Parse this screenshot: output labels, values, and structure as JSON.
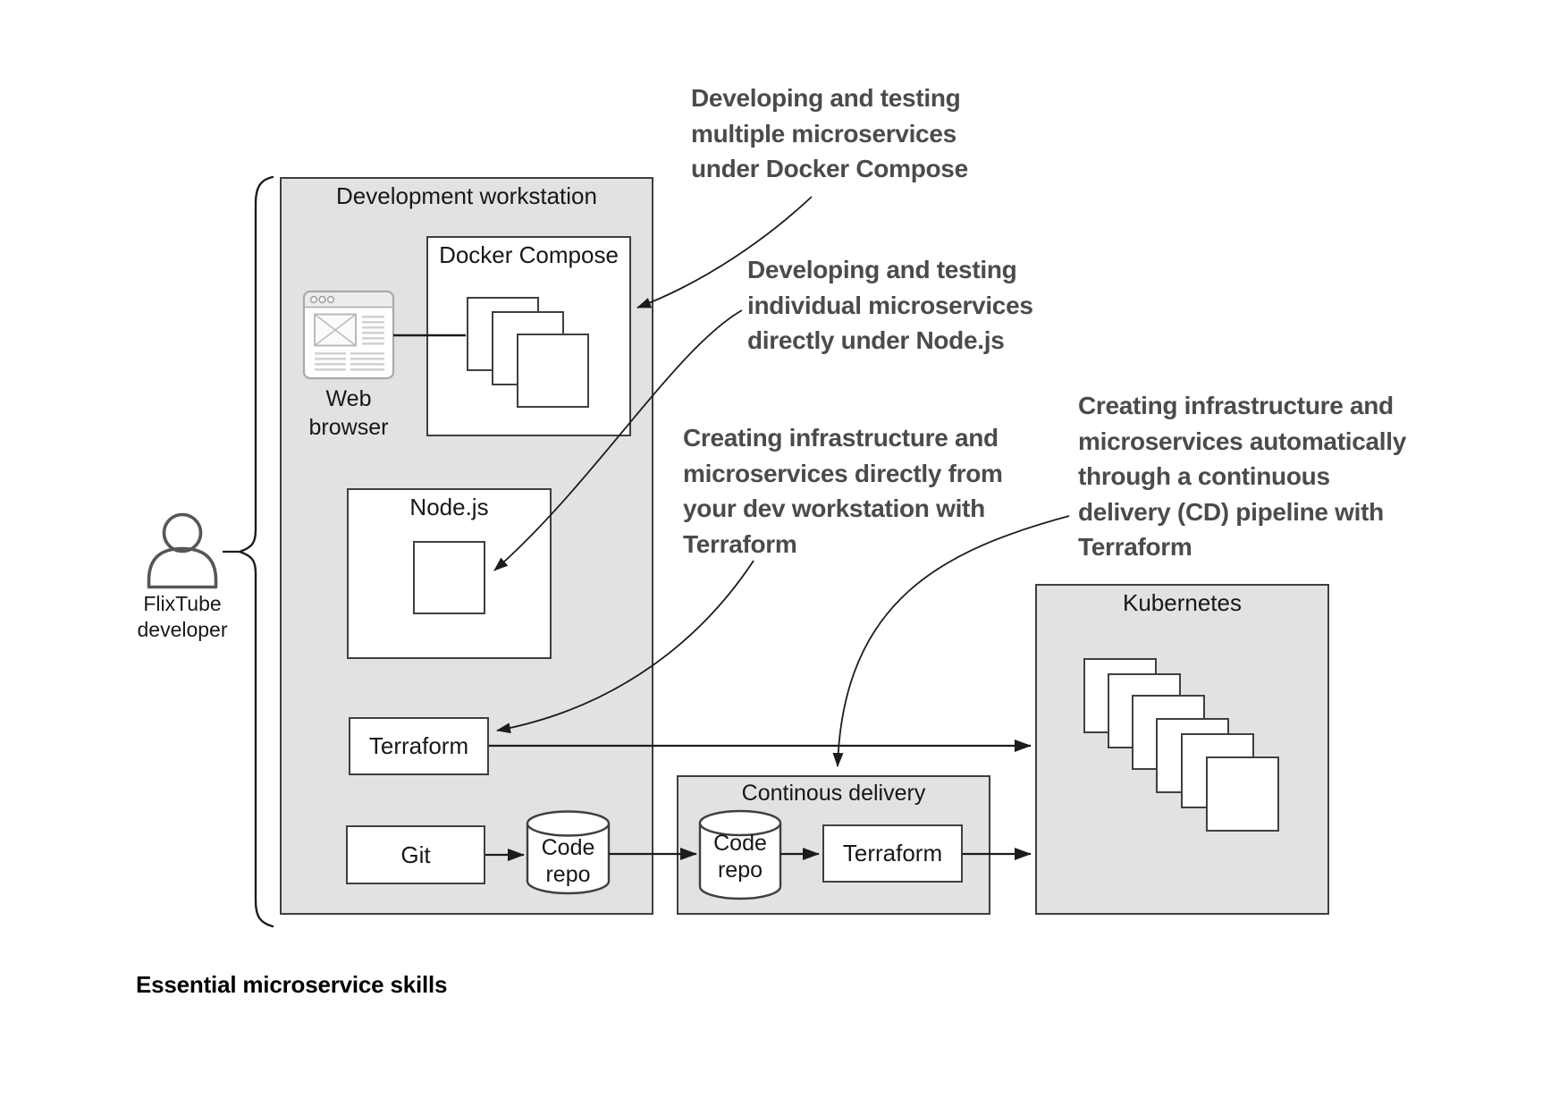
{
  "caption": "Essential microservice skills",
  "developer": {
    "line1": "FlixTube",
    "line2": "developer"
  },
  "panels": {
    "workstation": {
      "title": "Development workstation"
    },
    "continuous_delivery": {
      "title": "Continous delivery"
    },
    "kubernetes": {
      "title": "Kubernetes"
    }
  },
  "nodes": {
    "web_browser": {
      "line1": "Web",
      "line2": "browser"
    },
    "docker_compose": {
      "title": "Docker Compose"
    },
    "nodejs": {
      "title": "Node.js"
    },
    "terraform_workstation": {
      "label": "Terraform"
    },
    "git": {
      "label": "Git"
    },
    "code_repo_workstation": {
      "line1": "Code",
      "line2": "repo"
    },
    "code_repo_cd": {
      "line1": "Code",
      "line2": "repo"
    },
    "terraform_cd": {
      "label": "Terraform"
    }
  },
  "annotations": {
    "docker_compose": {
      "lines": [
        "Developing and testing",
        "multiple microservices",
        "under Docker Compose"
      ]
    },
    "nodejs": {
      "lines": [
        "Developing and testing",
        "individual microservices",
        "directly under Node.js"
      ]
    },
    "terraform_workstation": {
      "lines": [
        "Creating infrastructure and",
        "microservices directly from",
        "your dev workstation with",
        "Terraform"
      ]
    },
    "terraform_cd": {
      "lines": [
        "Creating infrastructure and",
        "microservices automatically",
        "through a continuous",
        "delivery (CD) pipeline with",
        "Terraform"
      ]
    }
  },
  "colors": {
    "panel_fill": "#e2e2e2",
    "panel_border": "#3f3f41",
    "annotation_text": "#4b4b4d",
    "label_text": "#17171c",
    "line": "#1c1c1c"
  }
}
